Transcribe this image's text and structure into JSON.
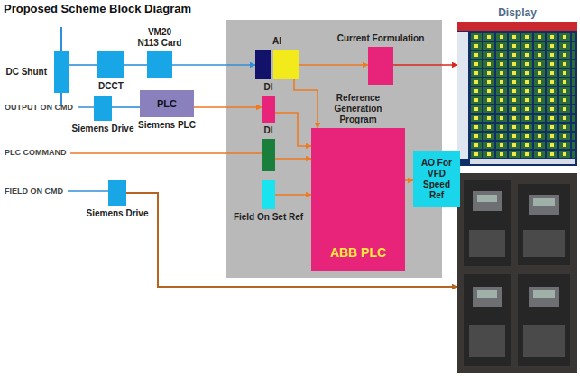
{
  "diagram": {
    "title": "Proposed Scheme Block Diagram",
    "nodes": [
      {
        "text": [
          "Display"
        ]
      },
      {
        "text": [
          "DC Shunt"
        ]
      },
      {
        "text": [
          "DCCT"
        ]
      },
      {
        "text": [
          "VM20 N113 Card"
        ]
      },
      {
        "text": [
          "AI"
        ]
      },
      {
        "text": [
          "Current Formulation"
        ]
      },
      {
        "text": [
          "Siemens Drive"
        ]
      },
      {
        "text": [
          "PLC",
          "Siemens PLC"
        ]
      },
      {
        "text": [
          "DI"
        ]
      },
      {
        "text": [
          "Reference Generation Program",
          "ABB PLC"
        ]
      },
      {
        "text": [
          "DI"
        ]
      },
      {
        "text": [
          "AO For VFD Speed Ref"
        ]
      },
      {
        "text": [
          "Field On Set Ref"
        ]
      },
      {
        "text": [
          "Siemens Drive"
        ]
      }
    ],
    "edges": [
      {
        "from": 1,
        "to": 2,
        "arrow": "none"
      },
      {
        "from": 2,
        "to": 3,
        "arrow": "none"
      },
      {
        "from": 3,
        "to": 4,
        "arrow": "to"
      },
      {
        "from": 4,
        "to": 5,
        "arrow": "to"
      },
      {
        "from": 4,
        "to": 9,
        "arrow": "to"
      },
      {
        "from": 5,
        "to": 0,
        "arrow": "to"
      },
      {
        "from": 6,
        "to": 7,
        "arrow": "none"
      },
      {
        "from": 7,
        "to": 8,
        "arrow": "to"
      },
      {
        "from": 8,
        "to": 9,
        "arrow": "to"
      },
      {
        "from": 10,
        "to": 9,
        "arrow": "to"
      },
      {
        "from": 12,
        "to": 9,
        "arrow": "to"
      },
      {
        "from": 9,
        "to": 11,
        "arrow": "to"
      }
    ],
    "labels": [
      "OUTPUT ON CMD",
      "PLC COMMAND",
      "FIELD ON CMD"
    ]
  }
}
